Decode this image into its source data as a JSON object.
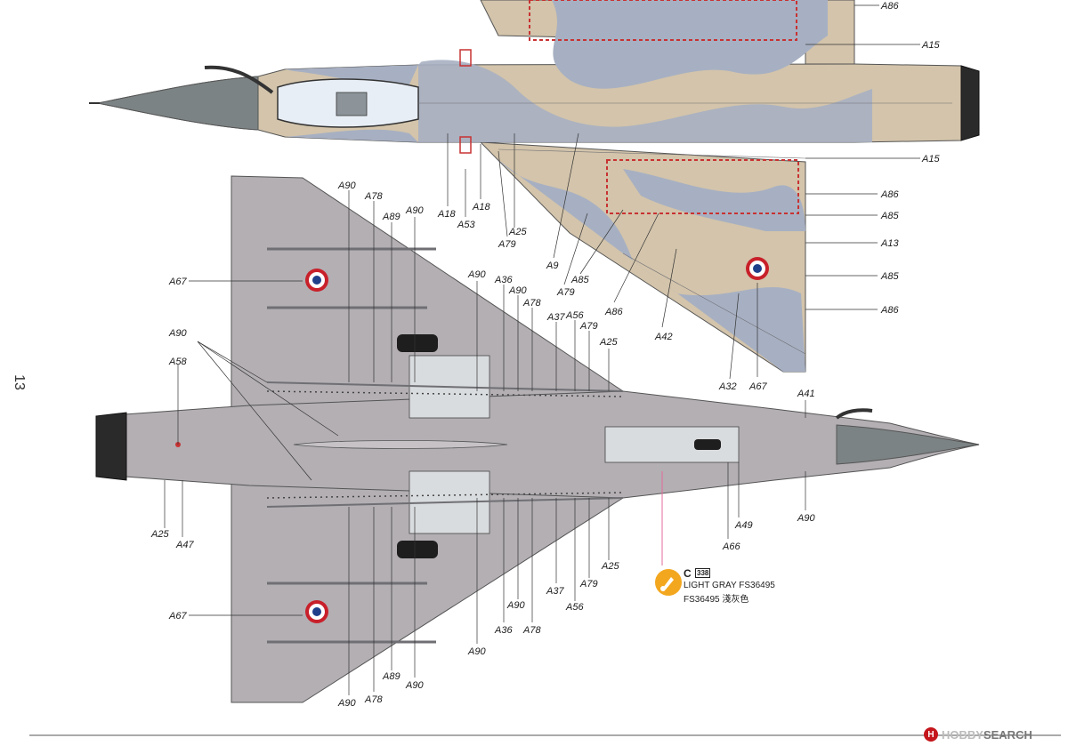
{
  "page": {
    "number": "13"
  },
  "paint_key": {
    "code": "C",
    "number": "338",
    "name": "LIGHT GRAY FS36495",
    "name_cn": "FS36495 淺灰色",
    "swatch_color": "#f3a71f"
  },
  "watermark": {
    "prefix": "HOBBY",
    "suffix": "SEARCH"
  },
  "colors": {
    "camo_tan": "#d3c4ab",
    "camo_blue": "#a7b0c2",
    "underside_gray": "#b3afb3",
    "radome_gray": "#7c8384",
    "panel_line": "#6f6f74",
    "warning_red": "#c83232",
    "roundel_blue": "#1f3f8a",
    "roundel_red": "#c8202a"
  },
  "top_view_callouts": {
    "a86_top": "A86",
    "a15_top": "A15",
    "a15_bottom": "A15",
    "a86_1": "A86",
    "a85_1": "A85",
    "a13": "A13",
    "a85_2": "A85",
    "a86_2": "A86",
    "a18_left": "A18",
    "a18_right": "A18",
    "a53": "A53",
    "a25": "A25",
    "a79_1": "A79",
    "a9": "A9",
    "a79_2": "A79",
    "a85_3": "A85",
    "a86_3": "A86",
    "a42": "A42",
    "a32": "A32",
    "a67": "A67"
  },
  "bottom_view_callouts": {
    "a90_1": "A90",
    "a78_1": "A78",
    "a89_1": "A89",
    "a90_2": "A90",
    "a67_upper": "A67",
    "a90_3": "A90",
    "a36_1": "A36",
    "a90_4": "A90",
    "a78_2": "A78",
    "a37_1": "A37",
    "a56_1": "A56",
    "a79_1": "A79",
    "a25_1": "A25",
    "a90_left": "A90",
    "a58": "A58",
    "a41": "A41",
    "a25_left": "A25",
    "a47": "A47",
    "a90_right": "A90",
    "a49": "A49",
    "a66": "A66",
    "a25_2": "A25",
    "a37_2": "A37",
    "a79_2": "A79",
    "a90_5": "A90",
    "a56_2": "A56",
    "a36_2": "A36",
    "a78_3": "A78",
    "a67_lower": "A67",
    "a90_6": "A90",
    "a89_2": "A89",
    "a90_7": "A90",
    "a90_8": "A90",
    "a78_4": "A78"
  }
}
